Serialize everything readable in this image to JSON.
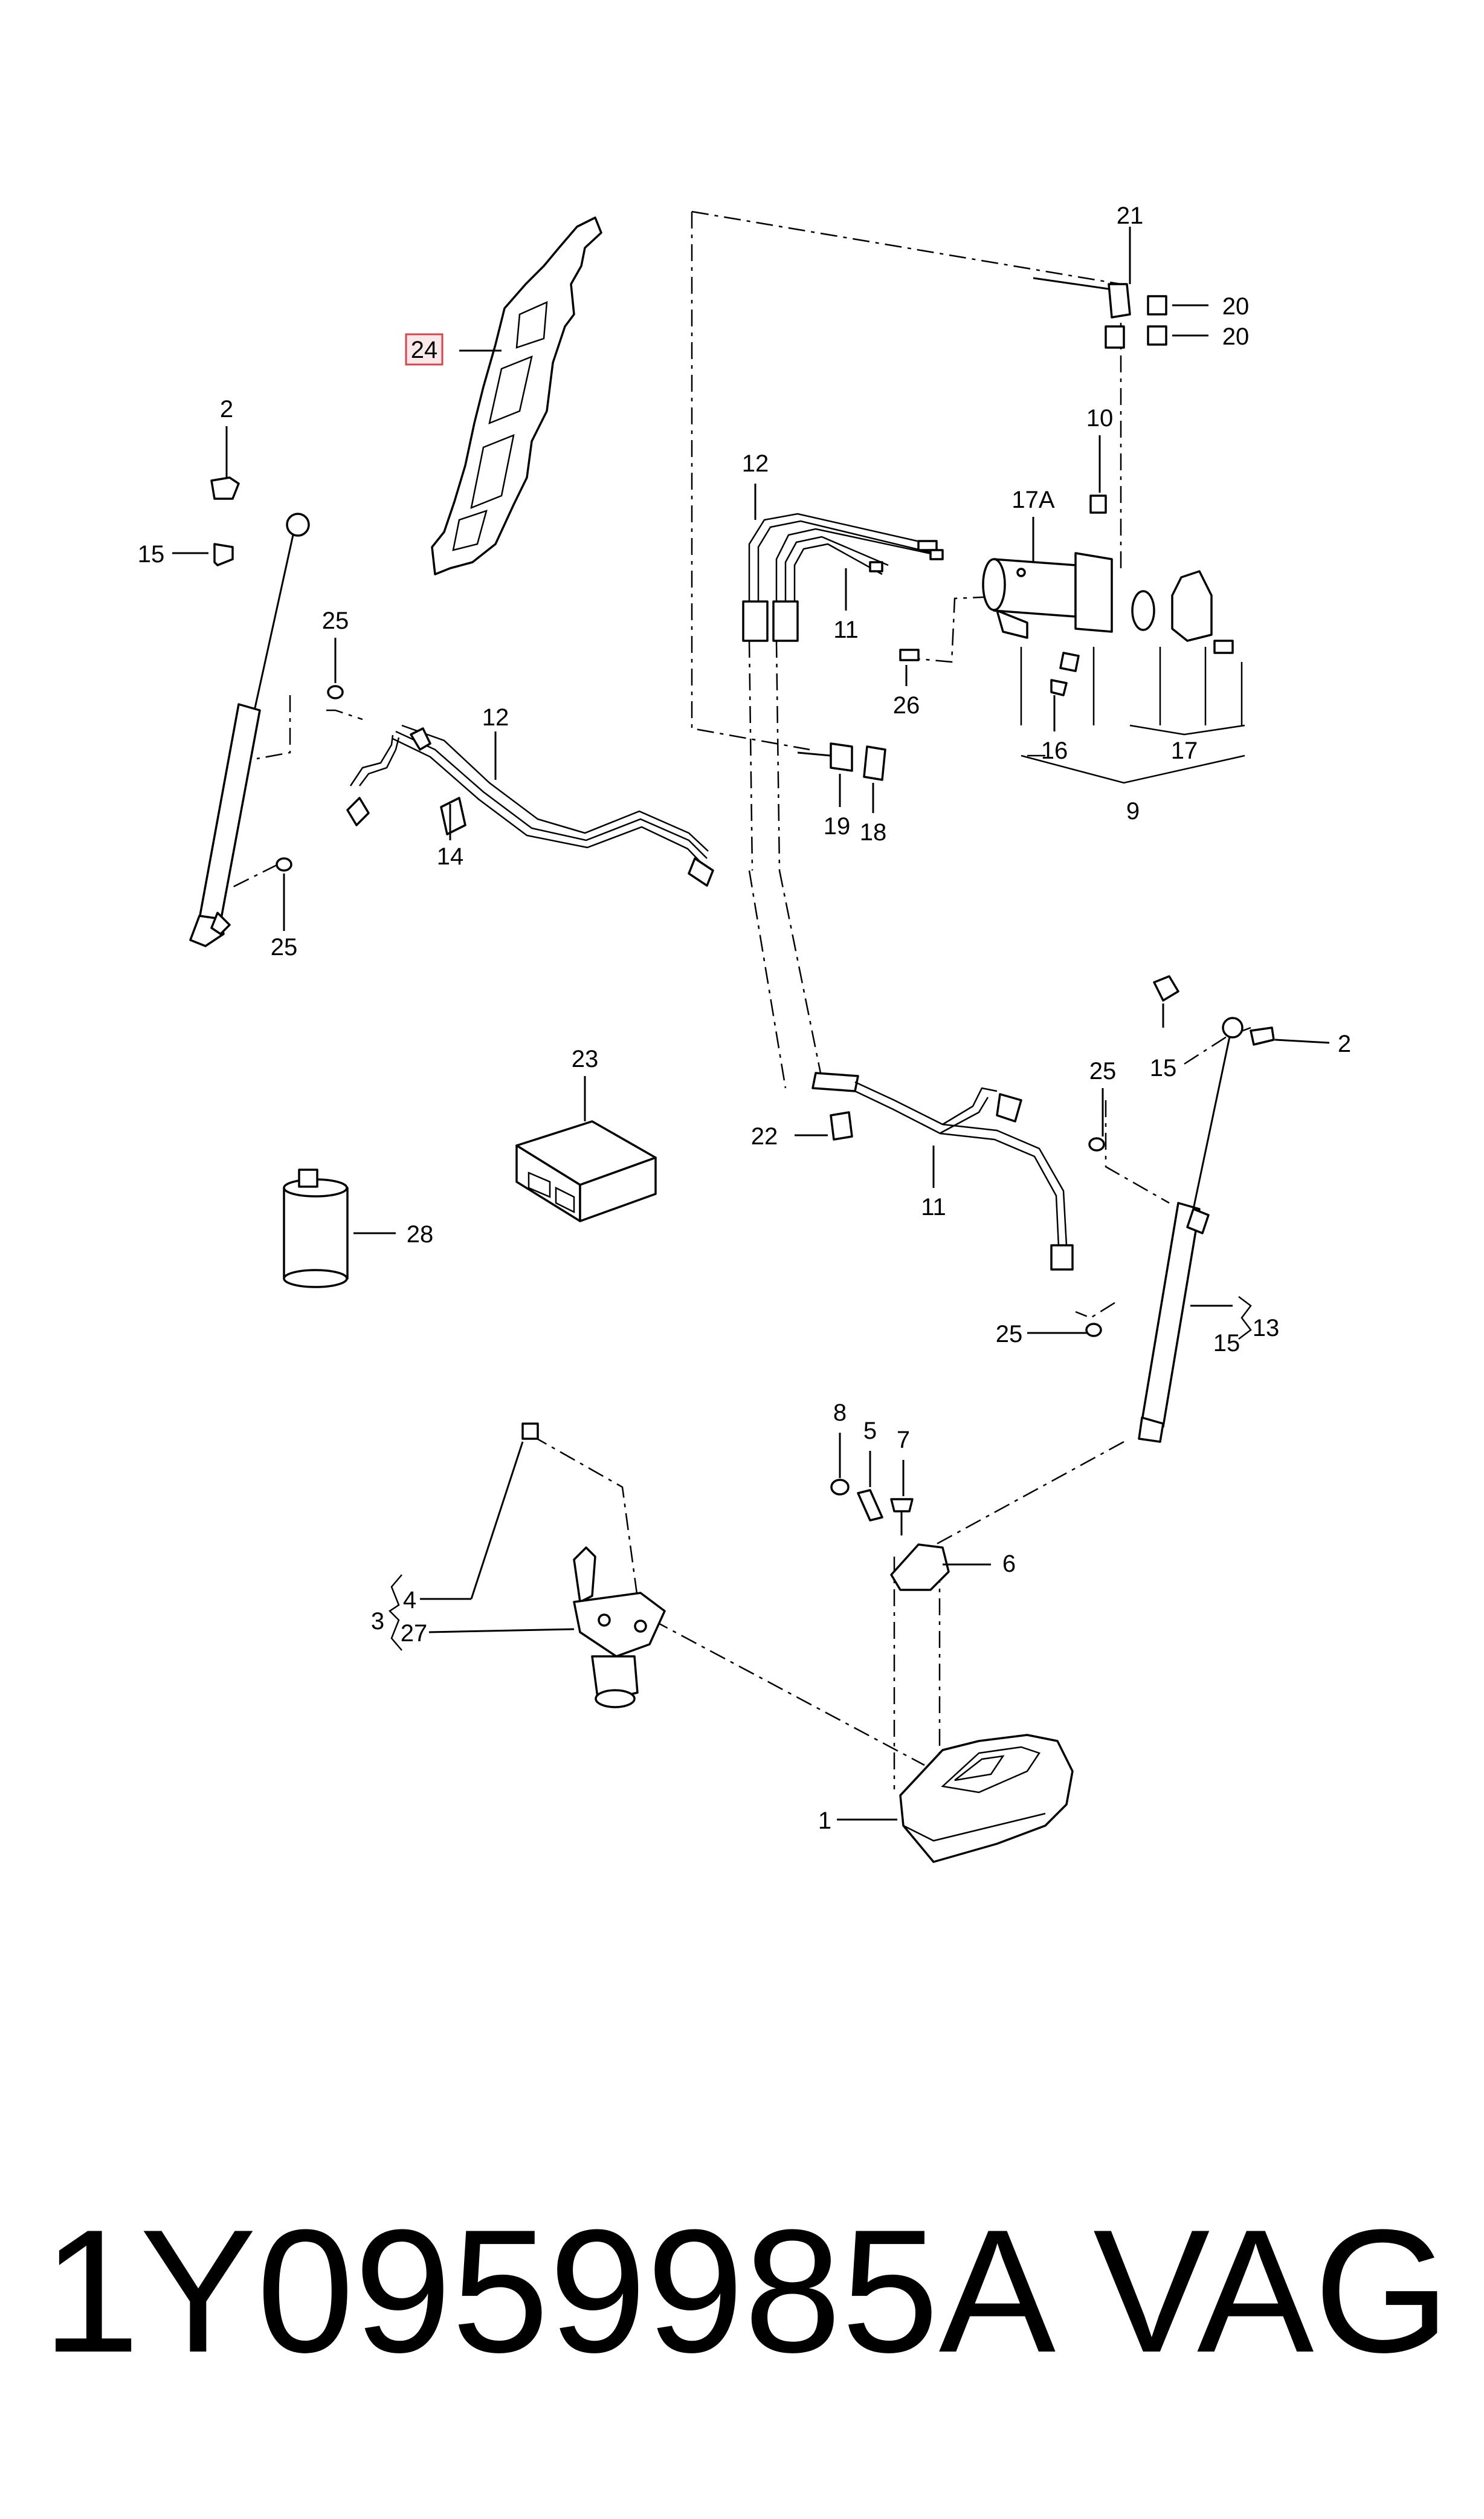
{
  "callouts": [
    {
      "id": "1",
      "label": "1"
    },
    {
      "id": "2a",
      "label": "2"
    },
    {
      "id": "2b",
      "label": "2"
    },
    {
      "id": "3",
      "label": "3"
    },
    {
      "id": "4",
      "label": "4"
    },
    {
      "id": "5",
      "label": "5"
    },
    {
      "id": "6",
      "label": "6"
    },
    {
      "id": "7",
      "label": "7"
    },
    {
      "id": "8",
      "label": "8"
    },
    {
      "id": "9",
      "label": "9"
    },
    {
      "id": "10",
      "label": "10"
    },
    {
      "id": "11a",
      "label": "11"
    },
    {
      "id": "11b",
      "label": "11"
    },
    {
      "id": "12a",
      "label": "12"
    },
    {
      "id": "12b",
      "label": "12"
    },
    {
      "id": "13",
      "label": "13"
    },
    {
      "id": "14",
      "label": "14"
    },
    {
      "id": "15a",
      "label": "15"
    },
    {
      "id": "15b",
      "label": "15"
    },
    {
      "id": "15c",
      "label": "15"
    },
    {
      "id": "16",
      "label": "16"
    },
    {
      "id": "17",
      "label": "17"
    },
    {
      "id": "17A",
      "label": "17A"
    },
    {
      "id": "18",
      "label": "18"
    },
    {
      "id": "19",
      "label": "19"
    },
    {
      "id": "20a",
      "label": "20"
    },
    {
      "id": "20b",
      "label": "20"
    },
    {
      "id": "21",
      "label": "21"
    },
    {
      "id": "22",
      "label": "22"
    },
    {
      "id": "23",
      "label": "23"
    },
    {
      "id": "24",
      "label": "24",
      "highlighted": true
    },
    {
      "id": "25a",
      "label": "25"
    },
    {
      "id": "25b",
      "label": "25"
    },
    {
      "id": "25c",
      "label": "25"
    },
    {
      "id": "25d",
      "label": "25"
    },
    {
      "id": "26",
      "label": "26"
    },
    {
      "id": "27",
      "label": "27"
    },
    {
      "id": "28",
      "label": "28"
    }
  ],
  "highlight_color": "#d9434c",
  "footer": {
    "part_number": "1Y0959985A",
    "brand": "VAG"
  }
}
